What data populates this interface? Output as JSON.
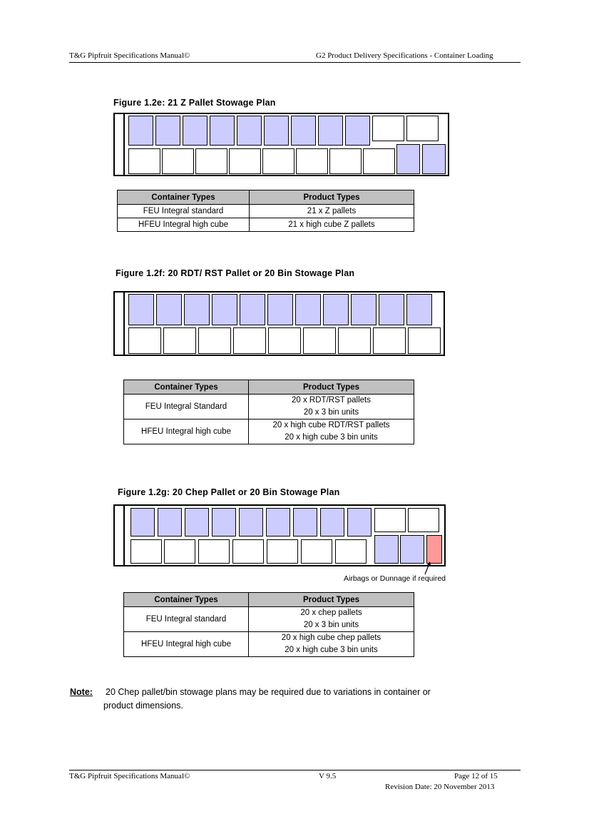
{
  "header": {
    "left": "T&G Pipfruit Specifications Manual©",
    "right": "G2 Product Delivery Specifications - Container Loading"
  },
  "figures": [
    {
      "title": "Figure 1.2e:  21 Z Pallet Stowage Plan",
      "table": {
        "headers": [
          "Container Types",
          "Product Types"
        ],
        "rows": [
          [
            "FEU Integral standard",
            "21 x Z pallets"
          ],
          [
            "HFEU Integral high cube",
            "21 x high cube Z pallets"
          ]
        ]
      }
    },
    {
      "title": "Figure 1.2f:  20 RDT/ RST Pallet or 20 Bin Stowage Plan",
      "table": {
        "headers": [
          "Container Types",
          "Product Types"
        ],
        "rows": [
          [
            "FEU Integral Standard",
            "20 x RDT/RST pallets",
            "20 x 3 bin units"
          ],
          [
            "HFEU Integral high cube",
            "20 x high cube RDT/RST pallets",
            "20 x high cube 3 bin units"
          ]
        ]
      }
    },
    {
      "title": "Figure 1.2g:  20 Chep Pallet or 20 Bin Stowage Plan",
      "annotation": "Airbags or Dunnage if required",
      "table": {
        "headers": [
          "Container Types",
          "Product Types"
        ],
        "rows": [
          [
            "FEU Integral standard",
            "20 x chep pallets",
            "20 x 3 bin units"
          ],
          [
            "HFEU Integral high cube",
            "20 x high cube chep pallets",
            "20 x high cube 3 bin units"
          ]
        ]
      }
    }
  ],
  "note": {
    "label": "Note:",
    "line1": "20 Chep pallet/bin stowage plans may be required due to variations in container or",
    "line2": "product dimensions."
  },
  "footer": {
    "left": "T&G Pipfruit Specifications Manual©",
    "center": "V 9.5",
    "right1": "Page 12 of 15",
    "right2": "Revision Date: 20 November 2013"
  },
  "colors": {
    "pallet_loaded": "#ccccff",
    "airbag": "#ff9999",
    "table_header": "#c0c0c0"
  }
}
